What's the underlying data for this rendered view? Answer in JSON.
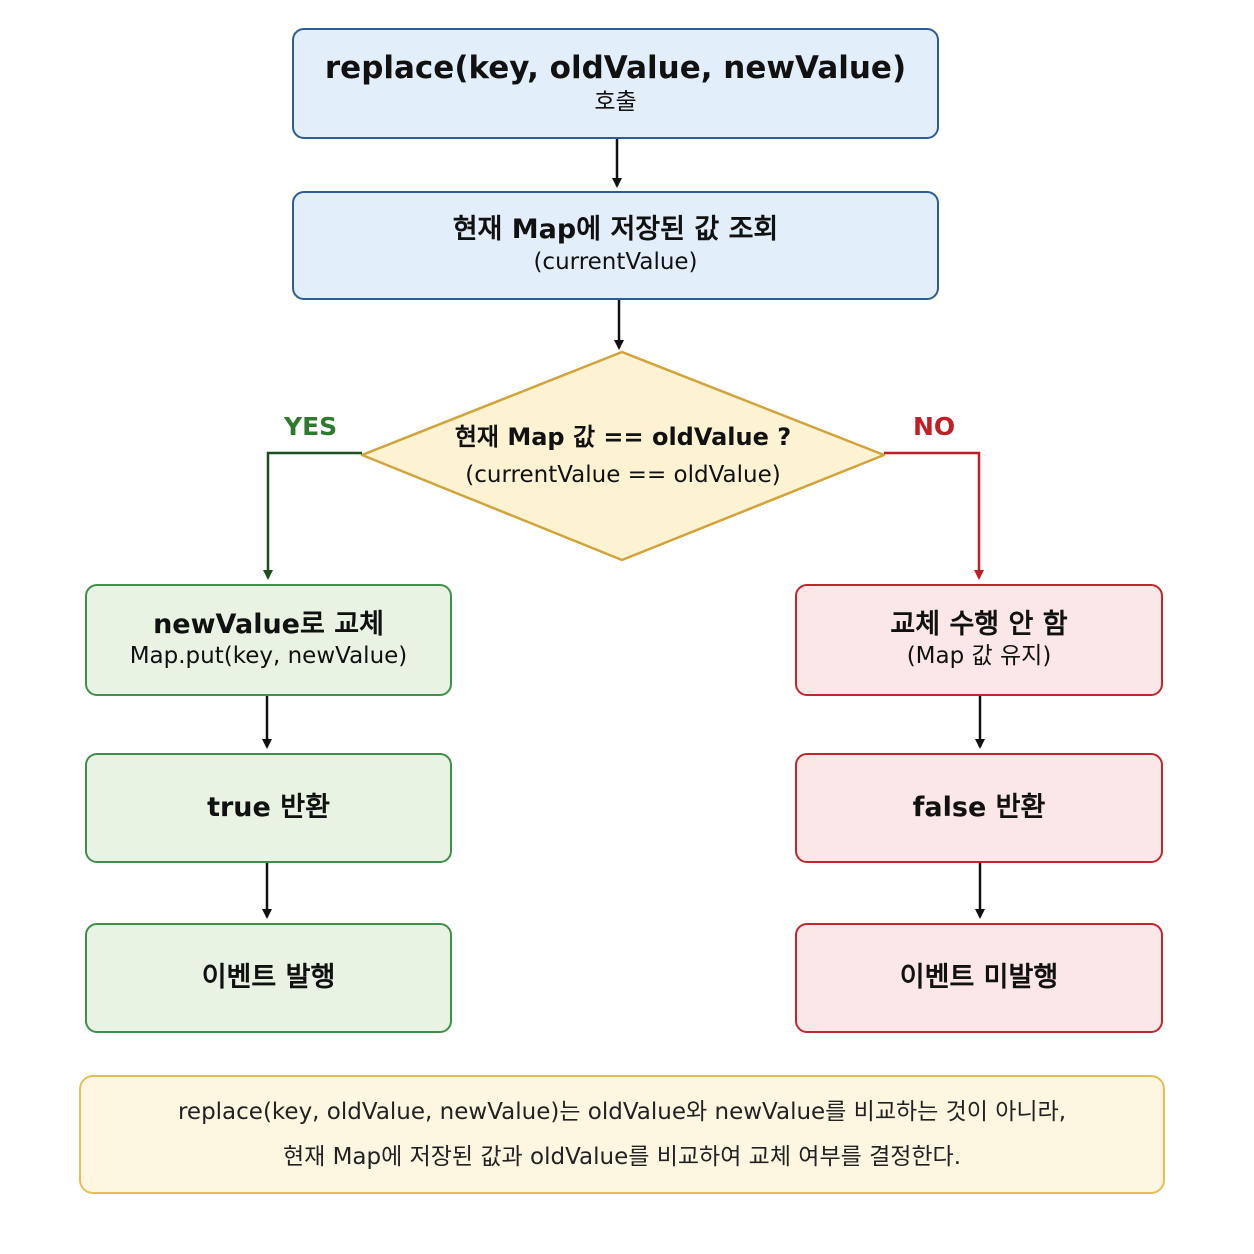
{
  "start": {
    "title": "replace(key, oldValue, newValue)",
    "subtitle": "호출"
  },
  "lookup": {
    "title": "현재 Map에 저장된 값 조회",
    "subtitle": "(currentValue)"
  },
  "decision": {
    "title": "현재 Map 값 == oldValue ?",
    "subtitle": "(currentValue == oldValue)"
  },
  "branches": {
    "yes": "YES",
    "no": "NO"
  },
  "yes_path": {
    "replace": {
      "title": "newValue로 교체",
      "subtitle": "Map.put(key, newValue)"
    },
    "return": {
      "title": "true 반환"
    },
    "event": {
      "title": "이벤트 발행"
    }
  },
  "no_path": {
    "skip": {
      "title": "교체 수행 안 함",
      "subtitle": "(Map 값 유지)"
    },
    "return": {
      "title": "false 반환"
    },
    "event": {
      "title": "이벤트 미발행"
    }
  },
  "note": {
    "line1": "replace(key, oldValue, newValue)는 oldValue와 newValue를 비교하는 것이 아니라,",
    "line2": "현재 Map에 저장된 값과 oldValue를 비교하여 교체 여부를 결정한다."
  },
  "colors": {
    "blue_fill": "#e3eefb",
    "blue_border": "#2d5b93",
    "decision_fill": "#fdf3d3",
    "decision_border": "#d1a33a",
    "green_fill": "#e8f3e4",
    "green_border": "#3f8f48",
    "yes_label": "#2e7a2e",
    "red_fill": "#fbe7e7",
    "red_border": "#c0272d",
    "no_label": "#c01f26",
    "note_fill": "#fdf7e1",
    "note_border": "#e2bf57"
  }
}
